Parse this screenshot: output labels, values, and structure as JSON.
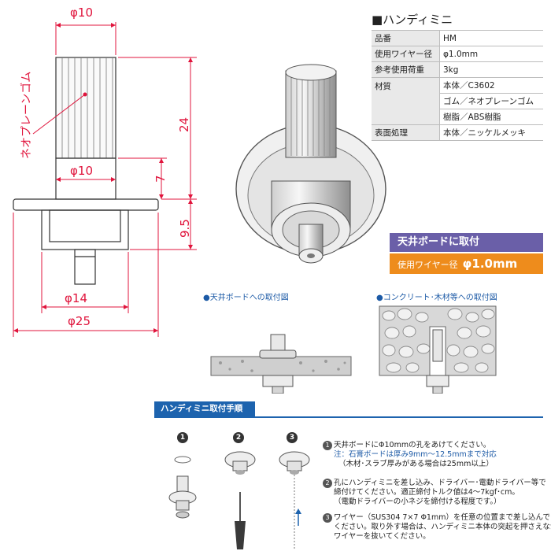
{
  "product_title": "■ハンディミニ",
  "spec_table": [
    {
      "key": "品番",
      "values": [
        "HM"
      ]
    },
    {
      "key": "使用ワイヤー径",
      "values": [
        "φ1.0mm"
      ]
    },
    {
      "key": "参考使用荷重",
      "values": [
        "3kg"
      ]
    },
    {
      "key": "材質",
      "values": [
        "本体／C3602",
        "ゴム／ネオプレーンゴム",
        "樹脂／ABS樹脂"
      ]
    },
    {
      "key": "表面処理",
      "values": [
        "本体／ニッケルメッキ"
      ]
    }
  ],
  "dimension_labels": {
    "top_diameter": "φ10",
    "mid_diameter": "φ10",
    "base_diameter": "φ14",
    "flange_diameter": "φ25",
    "height_24": "24",
    "height_7": "7",
    "height_9_5": "9.5",
    "rubber_label": "ネオプレーンゴム"
  },
  "banner": {
    "title": "天井ボードに取付",
    "wire_label": "使用ワイヤー径",
    "wire_value": "φ1.0mm"
  },
  "captions": {
    "ceiling": "●天井ボードへの取付図",
    "concrete": "●コンクリート･木材等への取付図"
  },
  "procedure": {
    "header": "ハンディミニ取付手順",
    "step_numbers": [
      "1",
      "2",
      "3"
    ],
    "steps": [
      {
        "num": "1",
        "lines": [
          "天井ボードにΦ10mmの孔をあけてください。"
        ],
        "note": [
          "注：石膏ボードは厚み9mm～12.5mmまで対応"
        ],
        "extra": [
          "（木材･スラブ厚みがある場合は25mm以上）"
        ]
      },
      {
        "num": "2",
        "lines": [
          "孔にハンディミニを差し込み、ドライバー･電動ドライバー等で",
          "締付けてください。適正締付トルク値は4～7kgf･cm。",
          "（電動ドライバーの小ネジを締付ける程度です。）"
        ]
      },
      {
        "num": "3",
        "lines": [
          "ワイヤー（SUS304 7×7 Φ1mm）を任意の位置まで差し込んで",
          "ください。取り外す場合は、ハンディミニ本体の突起を押さえながら",
          "ワイヤーを抜いてください。"
        ]
      }
    ]
  },
  "colors": {
    "dimension": "#e0143c",
    "purple": "#6a5fa8",
    "orange": "#ee8c1c",
    "blue": "#1d63ae"
  }
}
